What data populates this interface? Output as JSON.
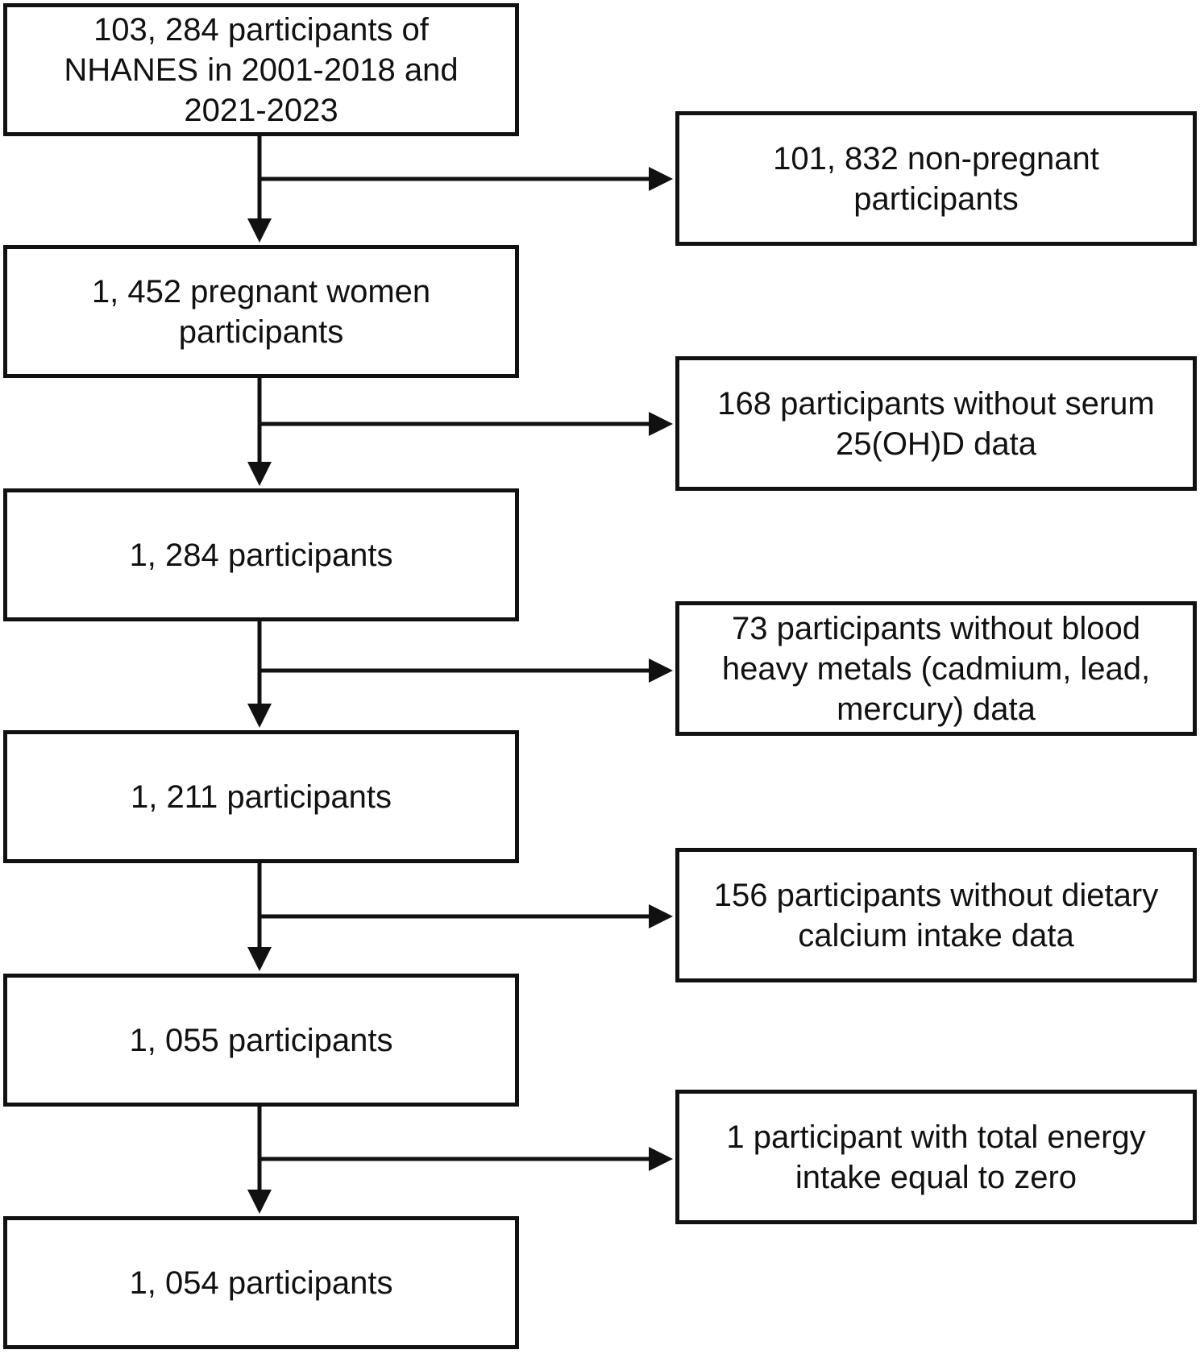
{
  "flowchart": {
    "main_boxes": [
      [
        "103, 284 participants of",
        "NHANES in 2001-2018 and",
        "2021-2023"
      ],
      [
        "1, 452 pregnant women",
        "participants"
      ],
      [
        "1, 284 participants"
      ],
      [
        "1, 211 participants"
      ],
      [
        "1, 055 participants"
      ],
      [
        "1, 054 participants"
      ]
    ],
    "exclusion_boxes": [
      [
        "101, 832 non-pregnant",
        "participants"
      ],
      [
        "168 participants without serum",
        "25(OH)D data"
      ],
      [
        "73 participants without blood",
        "heavy metals (cadmium, lead,",
        "mercury) data"
      ],
      [
        "156 participants without dietary",
        "calcium intake data"
      ],
      [
        "1 participant with total energy",
        "intake equal to zero"
      ]
    ]
  }
}
